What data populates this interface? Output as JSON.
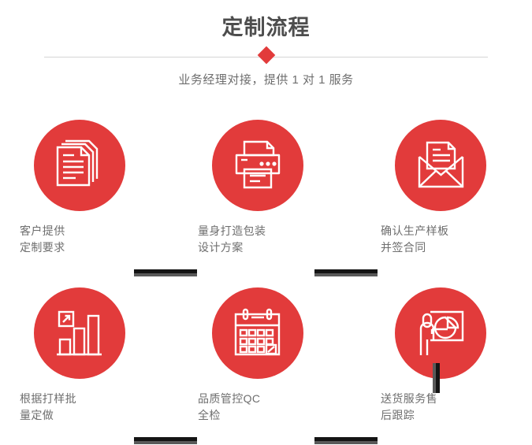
{
  "header": {
    "title": "定制流程",
    "subtitle": "业务经理对接，提供 1 对 1 服务",
    "diamond_icon": "diamond-marker",
    "colors": {
      "accent_red": "#e23b3b",
      "title_gray": "#4d4d4d",
      "text_gray": "#6e6e6e",
      "line_gray": "#d4d4d4",
      "connector_dark": "#141414",
      "connector_gray": "#595959"
    }
  },
  "flow": {
    "steps": [
      {
        "index": 1,
        "icon": "documents-icon",
        "label": "客户提供\n定制要求"
      },
      {
        "index": 2,
        "icon": "printer-icon",
        "label": "量身打造包装\n设计方案"
      },
      {
        "index": 3,
        "icon": "envelope-document-icon",
        "label": "确认生产样板\n并签合同"
      },
      {
        "index": 4,
        "icon": "bar-chart-growth-icon",
        "label": "根据打样批\n量定做"
      },
      {
        "index": 5,
        "icon": "calendar-icon",
        "label": "品质管控QC\n全检"
      },
      {
        "index": 6,
        "icon": "presenter-pie-chart-icon",
        "label": "送货服务售\n后跟踪"
      }
    ],
    "connectors": [
      {
        "name": "connector-1-2",
        "orientation": "horizontal"
      },
      {
        "name": "connector-2-3",
        "orientation": "horizontal"
      },
      {
        "name": "connector-3-4",
        "orientation": "vertical"
      },
      {
        "name": "connector-4-5",
        "orientation": "horizontal"
      },
      {
        "name": "connector-5-6",
        "orientation": "horizontal"
      }
    ]
  }
}
